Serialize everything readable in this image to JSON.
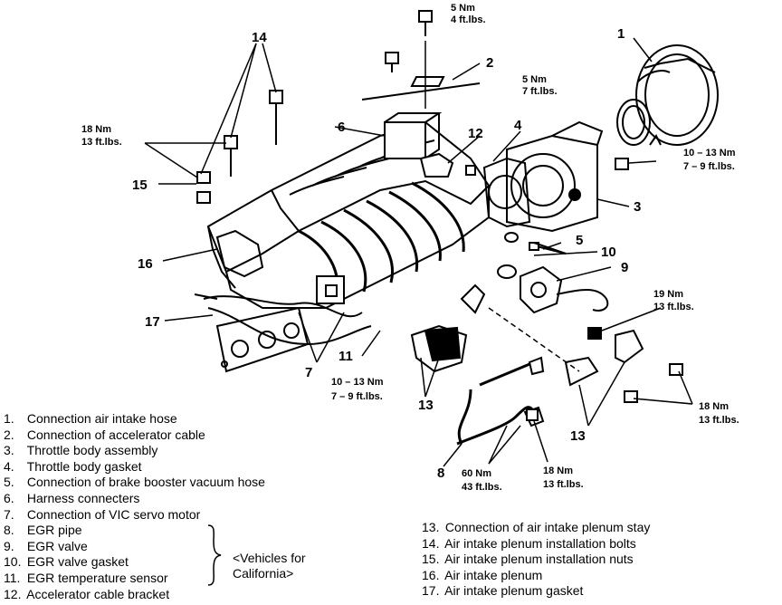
{
  "callouts": {
    "c1": "1",
    "c2": "2",
    "c3": "3",
    "c4": "4",
    "c5": "5",
    "c6": "6",
    "c7": "7",
    "c8": "8",
    "c9": "9",
    "c10": "10",
    "c11": "11",
    "c12": "12",
    "c13a": "13",
    "c13b": "13",
    "c14": "14",
    "c15": "15",
    "c16": "16",
    "c17": "17"
  },
  "torque": {
    "t_top_nm": "5 Nm",
    "t_top_ft": "4 ft.lbs.",
    "t_right_nm": "5 Nm",
    "t_right_ft": "7 ft.lbs.",
    "t_left_nm": "18 Nm",
    "t_left_ft": "13 ft.lbs.",
    "t_tb_nm": "10 – 13 Nm",
    "t_tb_ft": "7 – 9 ft.lbs.",
    "t_egr_nm": "19 Nm",
    "t_egr_ft": "13 ft.lbs.",
    "t_stay_nm": "18 Nm",
    "t_stay_ft": "13 ft.lbs.",
    "t_bot_nm": "10 – 13 Nm",
    "t_bot_ft": "7 – 9 ft.lbs.",
    "t_pipe1_nm": "60 Nm",
    "t_pipe1_ft": "43 ft.lbs.",
    "t_pipe2_nm": "18 Nm",
    "t_pipe2_ft": "13 ft.lbs."
  },
  "legend_left": [
    {
      "num": "1.",
      "text": "Connection air intake hose"
    },
    {
      "num": "2.",
      "text": "Connection of accelerator cable"
    },
    {
      "num": "3.",
      "text": "Throttle body assembly"
    },
    {
      "num": "4.",
      "text": "Throttle body gasket"
    },
    {
      "num": "5.",
      "text": "Connection of brake booster vacuum hose"
    },
    {
      "num": "6.",
      "text": "Harness connecters"
    },
    {
      "num": "7.",
      "text": "Connection of VIC servo motor"
    },
    {
      "num": "8.",
      "text": "EGR pipe"
    },
    {
      "num": "9.",
      "text": "EGR valve"
    },
    {
      "num": "10.",
      "text": "EGR valve gasket"
    },
    {
      "num": "11.",
      "text": "EGR temperature sensor"
    },
    {
      "num": "12.",
      "text": "Accelerator cable bracket"
    }
  ],
  "legend_right": [
    {
      "num": "13.",
      "text": "Connection of air intake plenum stay"
    },
    {
      "num": "14.",
      "text": "Air intake plenum installation bolts"
    },
    {
      "num": "15.",
      "text": "Air intake plenum installation nuts"
    },
    {
      "num": "16.",
      "text": "Air intake plenum"
    },
    {
      "num": "17.",
      "text": "Air intake plenum gasket"
    }
  ],
  "california_note": {
    "line1": "<Vehicles for",
    "line2": "California>"
  }
}
